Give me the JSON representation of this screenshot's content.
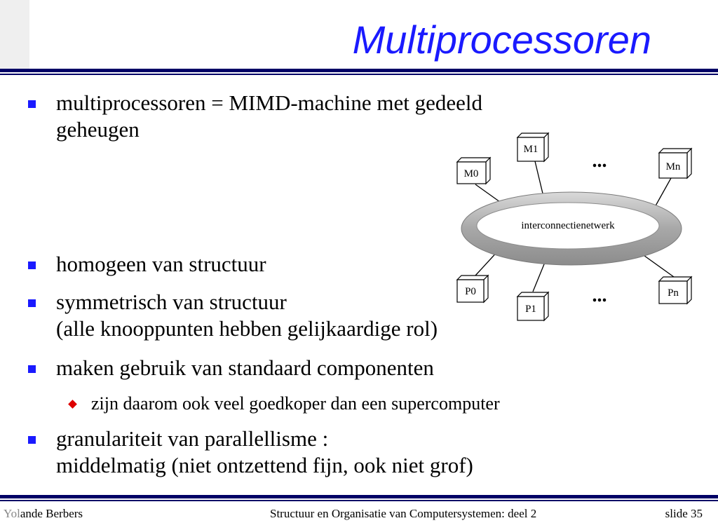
{
  "slide": {
    "title": "Multiprocessoren"
  },
  "bullets": [
    {
      "lines": [
        "multiprocessoren = MIMD-machine met gedeeld",
        "geheugen"
      ]
    },
    {
      "lines": [
        "homogeen van structuur"
      ]
    },
    {
      "lines": [
        "symmetrisch van structuur",
        "(alle knooppunten hebben gelijkaardige rol)"
      ]
    },
    {
      "lines": [
        "maken gebruik van standaard componenten"
      ]
    },
    {
      "lines": [
        "granulariteit van parallellisme :",
        "middelmatig (niet ontzettend fijn, ook niet grof)"
      ]
    }
  ],
  "sub_bullets": [
    {
      "text": "zijn daarom ook veel goedkoper dan een supercomputer"
    }
  ],
  "diagram": {
    "network_label": "interconnectienetwerk",
    "memories": [
      "M0",
      "M1",
      "Mn"
    ],
    "processors": [
      "P0",
      "P1",
      "Pn"
    ],
    "ellipsis_top": "...",
    "ellipsis_bottom": "..."
  },
  "footer": {
    "author_prefix": "Yol",
    "author_rest": "ande Berbers",
    "course": "Structuur en Organisatie van Computersystemen: deel 2",
    "slide_number": "slide 35"
  },
  "colors": {
    "title": "#1a1aff",
    "bullet_marker": "#1a1aff",
    "sub_bullet_marker": "#dd0000",
    "rule": "#000066"
  }
}
